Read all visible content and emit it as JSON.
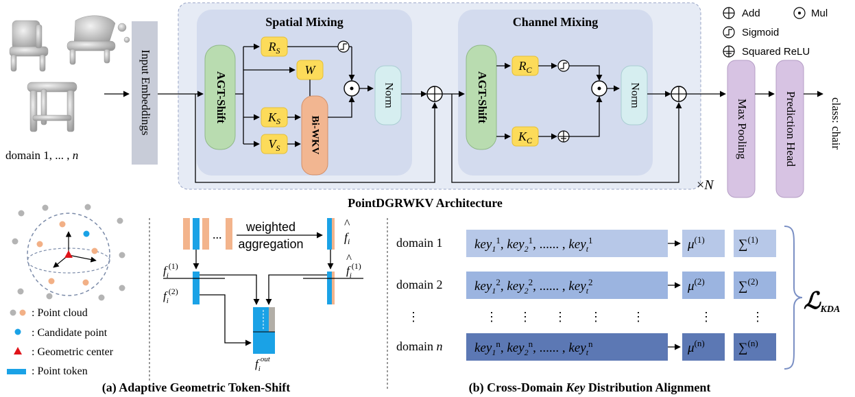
{
  "input": {
    "caption": "domain 1, ... , n",
    "embeddings": "Input Embeddings"
  },
  "architecture": {
    "title": "PointDGRWKV Architecture",
    "repeat": "×N",
    "spatial": {
      "title": "Spatial Mixing",
      "shift": "AGT-Shift",
      "r": "R_S",
      "w": "W",
      "k": "K_S",
      "v": "V_S",
      "wkv": "Bi-WKV",
      "norm": "Norm"
    },
    "channel": {
      "title": "Channel Mixing",
      "shift": "AGT-Shift",
      "r": "R_C",
      "k": "K_C",
      "norm": "Norm"
    },
    "pool": "Max Pooling",
    "head": "Prediction Head",
    "output": "class: chair"
  },
  "legend": {
    "add": "Add",
    "mul": "Mul",
    "sigmoid": "Sigmoid",
    "relu": "Squared ReLU"
  },
  "panel_a": {
    "legend": [
      ": Point cloud",
      ": Candidate point",
      ": Geometric center",
      ": Point token"
    ],
    "weighted": "weighted",
    "aggregation": "aggregation",
    "caption": "(a) Adaptive Geometric Token-Shift"
  },
  "panel_b": {
    "rows": [
      {
        "domain": "domain 1",
        "sup": "1",
        "mu": "(1)",
        "sigma": "(1)"
      },
      {
        "domain": "domain 2",
        "sup": "2",
        "mu": "(2)",
        "sigma": "(2)"
      },
      {
        "domain": "domain n",
        "sup": "n",
        "mu": "(n)",
        "sigma": "(n)"
      }
    ],
    "loss": "KDA",
    "caption_pre": "(b) Cross-Domain ",
    "caption_key": "Key",
    "caption_post": " Distribution Alignment"
  },
  "colors": {
    "gray_box": "#c8ccd8",
    "outer_bg": "#e6ebf5",
    "inner_bg": "#d3dbee",
    "green": "#b9dcb0",
    "yellow": "#fcdb5a",
    "orange": "#f2b691",
    "norm": "#d6eef0",
    "purple": "#d7c3e3",
    "blue": "#1aa2e6",
    "peach": "#f3b48c"
  }
}
